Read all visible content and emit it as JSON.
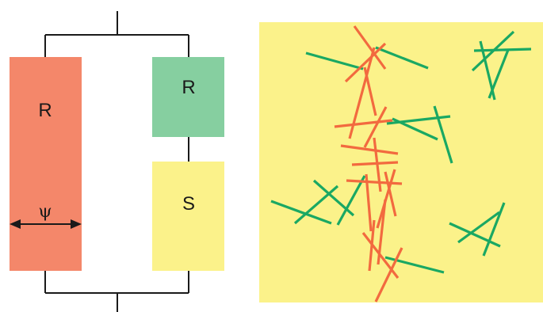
{
  "circuit": {
    "left_block": {
      "label": "R",
      "color": "#f4876a"
    },
    "right_top_block": {
      "label": "R",
      "color": "#86cfa0"
    },
    "right_bottom_block": {
      "label": "S",
      "color": "#fbf28a"
    },
    "width_symbol": "ψ",
    "wire_color": "#1a1a1a"
  },
  "fiber_panel": {
    "background": "#fbf28a",
    "fiber_colors": {
      "red": "#f26a3f",
      "green": "#1aa863"
    }
  }
}
